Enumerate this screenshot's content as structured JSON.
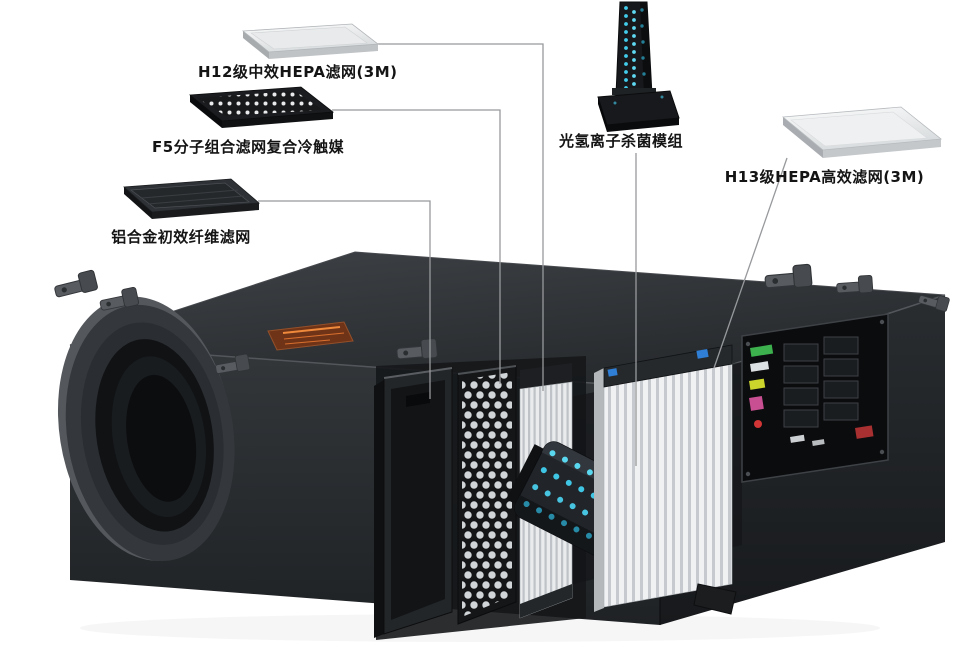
{
  "diagram": {
    "background_color": "#ffffff",
    "callouts": [
      {
        "id": "h12-filter",
        "label": "H12级中效HEPA滤网(3M)",
        "target": "h12-filter-pulled"
      },
      {
        "id": "f5-filter",
        "label": "F5分子组合滤网复合冷触媒",
        "target": "f5-honeycomb-filter-pulled"
      },
      {
        "id": "aluminum-filter",
        "label": "铝合金初效纤维滤网",
        "target": "aluminum-primary-filter-pulled"
      },
      {
        "id": "ion-module",
        "label": "光氢离子杀菌模组",
        "target": "ion-module-cylinder"
      },
      {
        "id": "h13-filter",
        "label": "H13级HEPA高效滤网(3M)",
        "target": "h13-filter-pulled"
      }
    ],
    "colors": {
      "label_text": "#141414",
      "leader_line": "#97999c",
      "unit_body_dark": "#2a2d31",
      "filter_white": "#eff1f2",
      "ion_glow_cyan": "#45cbe8",
      "nameplate_orange": "#ef8a3c",
      "clip_blue": "#2f7fd6"
    }
  }
}
